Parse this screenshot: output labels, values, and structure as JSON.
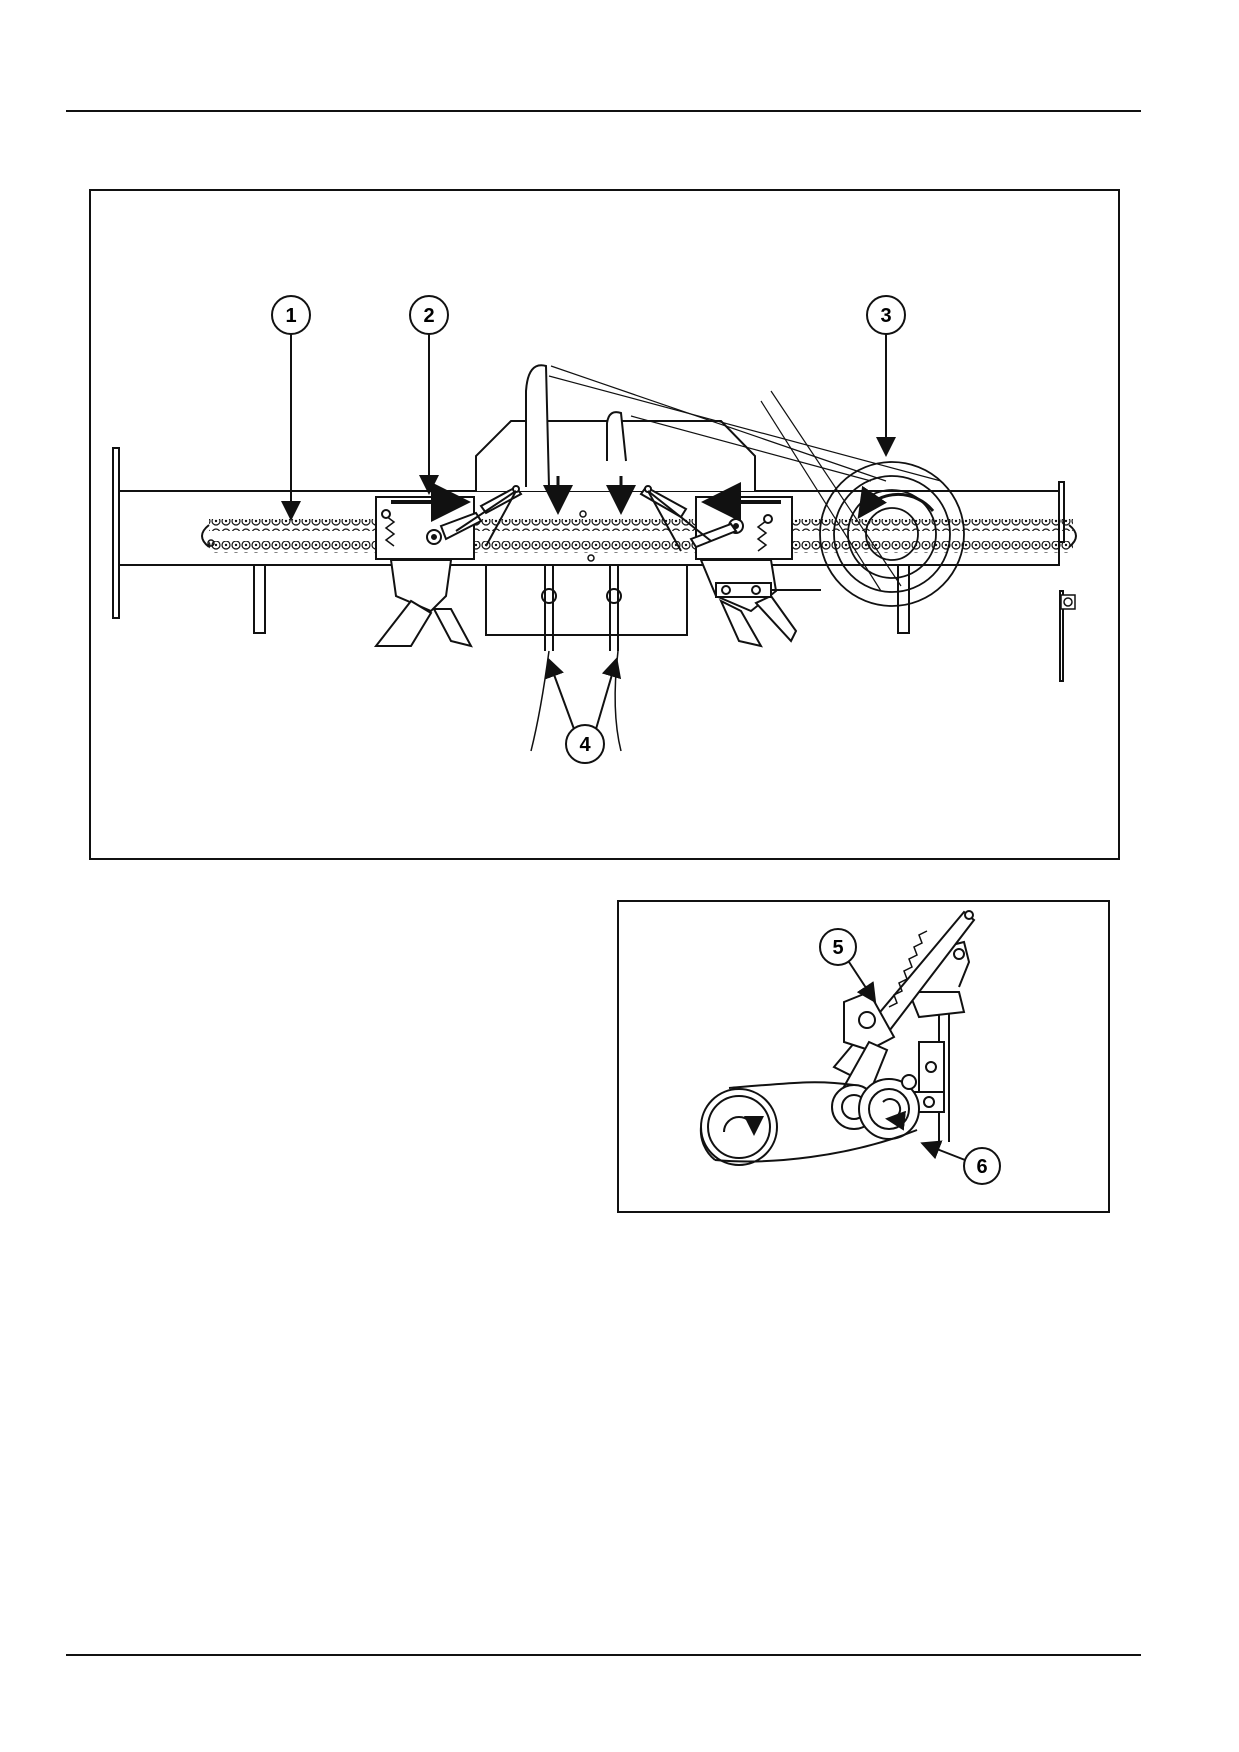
{
  "figure_top": {
    "callouts": {
      "c1": "1",
      "c2": "2",
      "c3": "3",
      "c4": "4"
    }
  },
  "figure_bottom": {
    "callouts": {
      "c5": "5",
      "c6": "6"
    }
  }
}
